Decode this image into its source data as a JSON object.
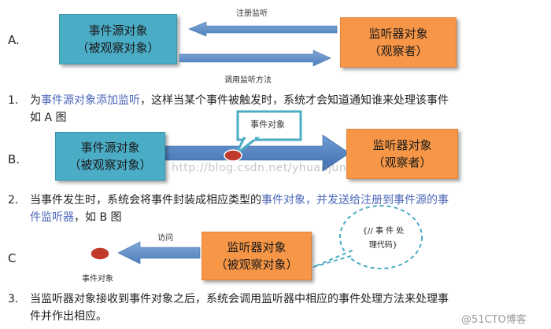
{
  "diagram_a": {
    "letter": "A.",
    "top_arrow_label": "注册监听",
    "bottom_arrow_label": "调用监听方法",
    "source_box": {
      "line1": "事件源对象",
      "line2": "（被观察对象）"
    },
    "listener_box": {
      "line1": "监听器对象",
      "line2": "（观察者）"
    }
  },
  "item1": {
    "number": "1.",
    "text_before": "为",
    "highlight": "事件源对象添加监听",
    "text_after": "，这样当某个事件被触发时，系统才会知道通知谁来处理该事件",
    "line2": "如 A 图"
  },
  "diagram_b": {
    "letter": "B.",
    "callout_label": "事件对象",
    "source_box": {
      "line1": "事件源对象",
      "line2": "（被观察对象）"
    },
    "listener_box": {
      "line1": "监听器对象",
      "line2": "（观察者）"
    },
    "watermark": "http://blog.csdn.net/yhuanjun"
  },
  "item2": {
    "number": "2.",
    "text_before": "当事件发生时，系统会将事件封装成相应类型的",
    "highlight1": "事件对象",
    "comma": "，",
    "highlight2": "并发送给注册到事件源的事",
    "highlight3": "件监听器",
    "text_after": "，如 B 图"
  },
  "diagram_c": {
    "letter": "C",
    "arrow_label": "访问",
    "event_label": "事件对象",
    "listener_box": {
      "line1": "监听器对象",
      "line2": "（被观察对象）"
    },
    "cloud_line1": "{// 事 件 处",
    "cloud_line2": "理代码}"
  },
  "item3": {
    "number": "3.",
    "line1": "当监听器对象接收到事件对象之后，系统会调用监听器中相应的事件处理方法来处理事",
    "line2": "件并作出相应。"
  },
  "footer": {
    "watermark": "@51CTO博客"
  },
  "colors": {
    "blue_box": "#4bacc6",
    "orange_box": "#f79646",
    "arrow_blue": "#4f81bd",
    "highlight_text": "#4a66b8",
    "event_dot": "#c0392b"
  }
}
